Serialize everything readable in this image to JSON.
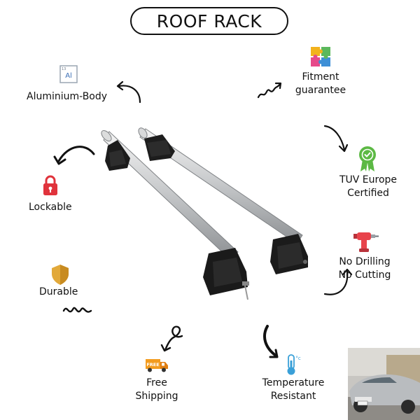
{
  "title": "ROOF RACK",
  "features": {
    "aluminium": {
      "label": "Aluminium-Body",
      "icon": "aluminium-element-icon",
      "icon_text": "Al",
      "icon_number": "13"
    },
    "fitment": {
      "label_line1": "Fitment",
      "label_line2": "guarantee",
      "icon": "puzzle-icon"
    },
    "lockable": {
      "label": "Lockable",
      "icon": "padlock-icon"
    },
    "tuv": {
      "label_line1": "TUV Europe",
      "label_line2": "Certified",
      "icon": "certified-badge-icon"
    },
    "drilling": {
      "label_line1": "No Drilling",
      "label_line2": "No Cutting",
      "icon": "drill-icon"
    },
    "durable": {
      "label": "Durable",
      "icon": "shield-icon"
    },
    "shipping": {
      "label_line1": "Free",
      "label_line2": "Shipping",
      "icon": "delivery-truck-icon",
      "icon_text": "FREE"
    },
    "temperature": {
      "label_line1": "Temperature",
      "label_line2": "Resistant",
      "icon": "thermometer-icon",
      "icon_text": "°c"
    }
  },
  "colors": {
    "lock_red": "#e0333c",
    "shield_gold": "#e2a93a",
    "badge_green": "#5cb944",
    "drill_red": "#e8434b",
    "truck_orange": "#f39c1f",
    "thermo_blue": "#3aa0d8"
  }
}
